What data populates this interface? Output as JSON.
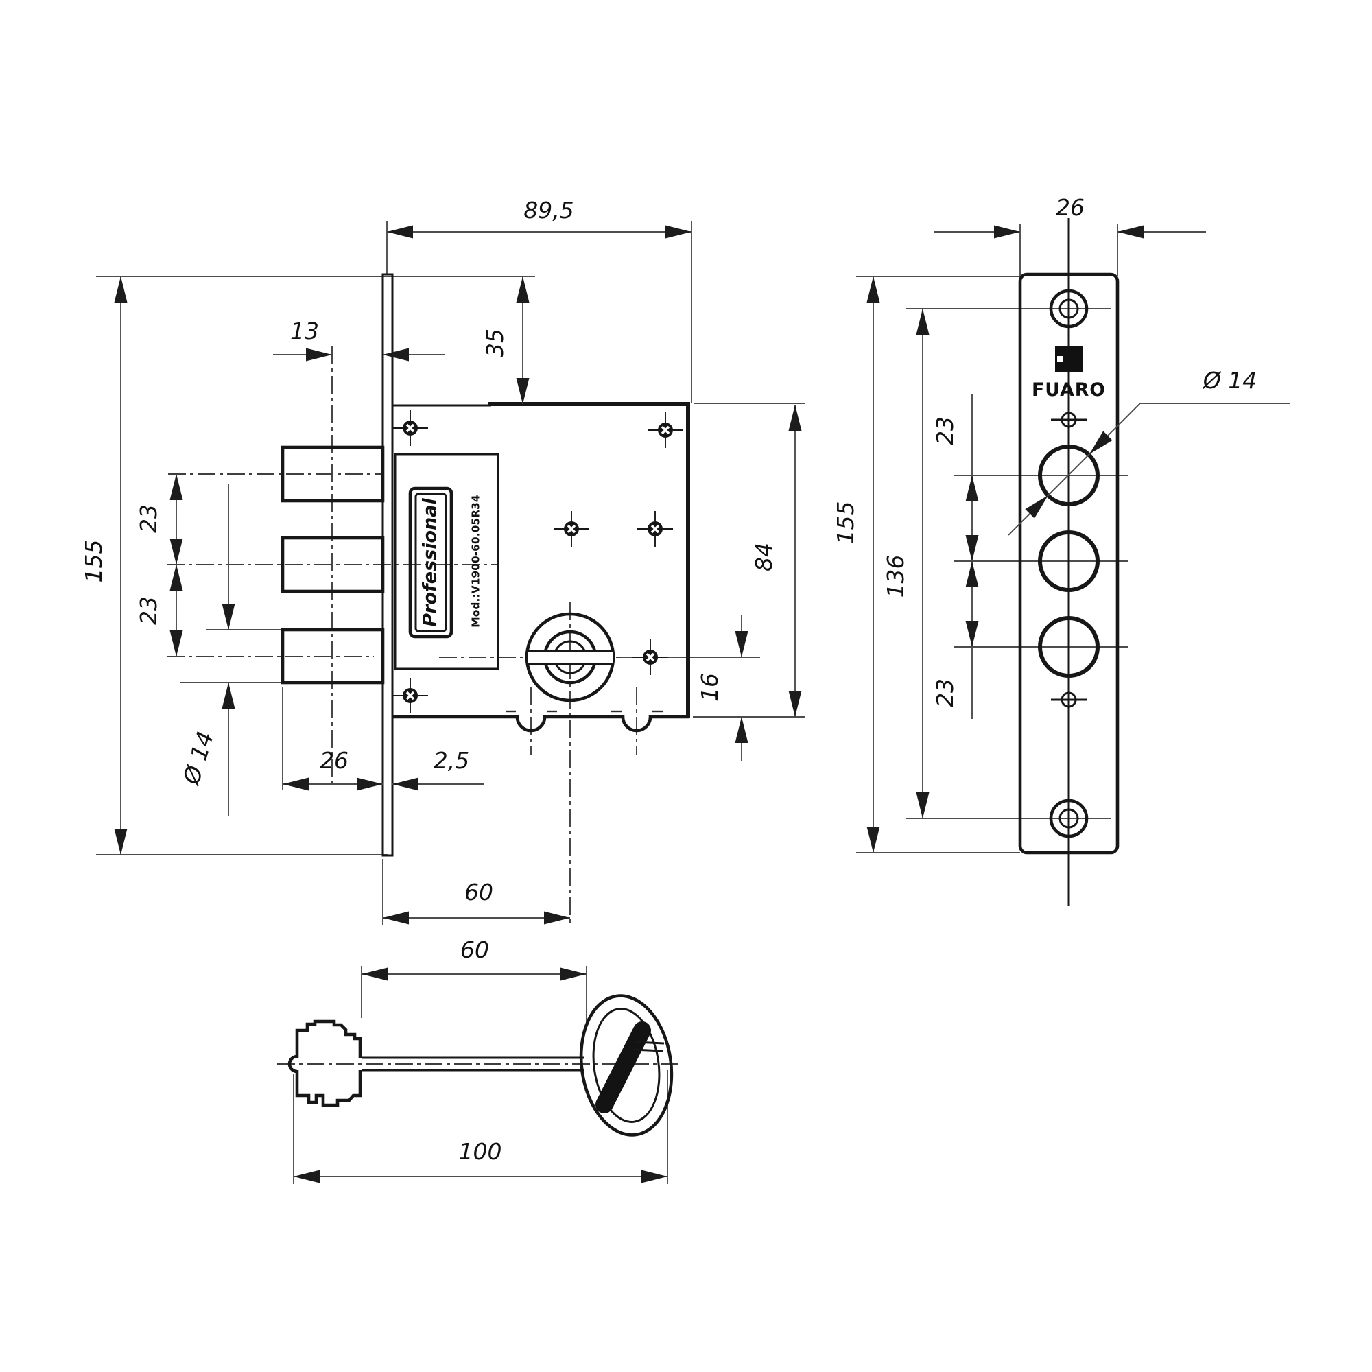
{
  "drawing": {
    "type": "technical-dimension-drawing",
    "background": "#ffffff",
    "line_color": "#171717",
    "brand": "FUARO",
    "main_view": {
      "labels": {
        "series": "Professional",
        "model": "Mod.:V1900-60.05R34"
      },
      "dims": {
        "overall_width": "89,5",
        "top_offset": "35",
        "bolt_to_plate": "13",
        "height": "155",
        "bolt_spacing_1": "23",
        "bolt_spacing_2": "23",
        "bolt_diameter": "Ø 14",
        "bolt_throw": "26",
        "faceplate_thickness": "2,5",
        "body_height": "84",
        "cylinder_offset": "16",
        "backset": "60"
      }
    },
    "face_view": {
      "brand": "FUARO",
      "dims": {
        "width": "26",
        "height": "155",
        "screw_spacing": "136",
        "hole_spacing_1": "23",
        "hole_spacing_2": "23",
        "hole_diameter": "Ø 14"
      }
    },
    "key_view": {
      "dims": {
        "shaft_length": "60",
        "total_length": "100"
      }
    }
  }
}
